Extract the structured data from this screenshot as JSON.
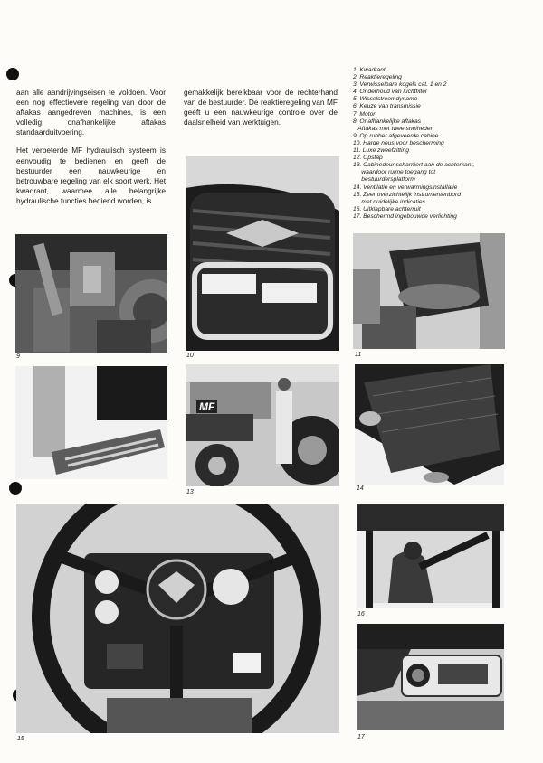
{
  "intro_left": {
    "p1": "aan alle aandrijvingseisen te voldoen. Voor een nog effectievere regeling van door de aftakas aangedreven machines, is een volledig onafhankelijke aftakas standaarduitvoering.",
    "p2": "Het verbeterde MF hydraulisch systeem is eenvoudig te bedienen en geeft de bestuurder een nauwkeurige en betrouwbare regeling van elk soort werk. Het kwadrant, waarmee alle belangrijke hydraulische functies bediend worden, is"
  },
  "intro_middle": {
    "p1": "gemakkelijk bereikbaar voor de rechterhand van de bestuurder. De reaktieregeling van MF geeft u een nauwkeurige controle over de daalsnelheid van werktuigen."
  },
  "legend": [
    "1. Kwadrant",
    "2. Reaktieregeling",
    "3. Verwisselbare kogels cat. 1 en 2",
    "4. Onderhoud van luchtfilter",
    "5. Wisselstroomdynamo",
    "6. Keuze van transmissie",
    "7. Motor",
    "8. Onafhankelijke aftakas",
    "   Aftakas met twee snelheden",
    "9. Op rubber afgeveerde cabine",
    "10. Harde neus voor bescherming",
    "11. Luxe zweefzitting",
    "12. Opstap",
    "13. Cabinedeur scharniert aan de achterkant,",
    "     waardoor ruime toegang tot",
    "     bestuurdersplatform",
    "14. Ventilatie en verwarmingsinstallatie",
    "15. Zeer overzichtelijk instrumentenbord",
    "     met duidelijke indicaties",
    "16. Uitklapbare achterruit",
    "17. Beschermd ingebouwde verlichting"
  ],
  "captions": {
    "c9": "9",
    "c10": "10",
    "c11": "11",
    "c13": "13",
    "c14": "14",
    "c15": "15",
    "c16": "16",
    "c17": "17"
  },
  "photo_text": {
    "mf_logo": "MF"
  }
}
